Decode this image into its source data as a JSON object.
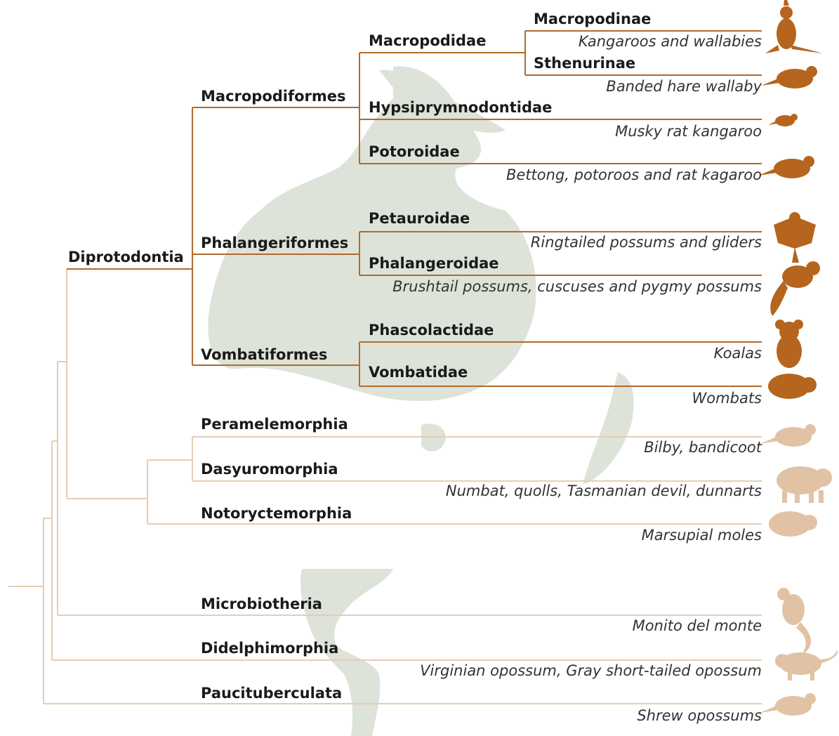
{
  "colors": {
    "diprotodontia_branch": "#b06a2c",
    "other_branch": "#e6cdb4",
    "icon_dark": "#b5651d",
    "icon_light": "#e2c2a4",
    "map_land": "#dde3d8"
  },
  "root": {
    "name": "Diprotodontia"
  },
  "suborders": [
    {
      "name": "Macropodiformes"
    },
    {
      "name": "Phalangeriformes"
    },
    {
      "name": "Vombatiformes"
    }
  ],
  "families": {
    "macropodidae": "Macropodidae",
    "macropodinae": "Macropodinae",
    "sthenurinae": "Sthenurinae",
    "hypsiprymnodontidae": "Hypsiprymnodontidae",
    "potoroidae": "Potoroidae",
    "petauroidae": "Petauroidae",
    "phalangeroidae": "Phalangeroidae",
    "phascolactidae": "Phascolactidae",
    "vombatidae": "Vombatidae"
  },
  "orders": {
    "peramelemorphia": "Peramelemorphia",
    "dasyuromorphia": "Dasyuromorphia",
    "notoryctemorphia": "Notoryctemorphia",
    "microbiotheria": "Microbiotheria",
    "didelphimorphia": "Didelphimorphia",
    "paucituberculata": "Paucituberculata"
  },
  "descriptions": {
    "macropodinae": "Kangaroos and wallabies",
    "sthenurinae": "Banded hare wallaby",
    "hypsiprymnodontidae": "Musky rat kangaroo",
    "potoroidae": "Bettong, potoroos and rat kagaroo",
    "petauroidae": "Ringtailed possums and gliders",
    "phalangeroidae": "Brushtail possums, cuscuses and pygmy possums",
    "phascolactidae": "Koalas",
    "vombatidae": "Wombats",
    "peramelemorphia": "Bilby, bandicoot",
    "dasyuromorphia": "Numbat, quolls, Tasmanian devil, dunnarts",
    "notoryctemorphia": "Marsupial moles",
    "microbiotheria": "Monito del monte",
    "didelphimorphia": "Virginian opossum, Gray short-tailed opossum",
    "paucituberculata": "Shrew opossums"
  },
  "icons": [
    "kangaroo-icon",
    "hare-wallaby-icon",
    "rat-kangaroo-icon",
    "bettong-icon",
    "glider-icon",
    "possum-icon",
    "koala-icon",
    "wombat-icon",
    "bilby-icon",
    "devil-icon",
    "mole-icon",
    "monito-icon",
    "opossum-icon",
    "shrew-opossum-icon"
  ]
}
